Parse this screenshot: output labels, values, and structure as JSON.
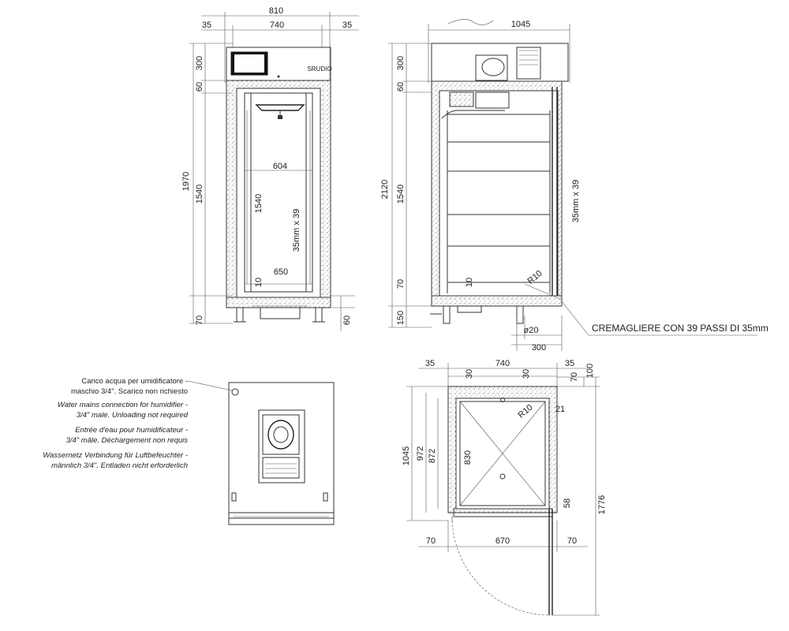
{
  "brand": "SRUDIO",
  "front_view": {
    "width_total": "810",
    "width_inner": "740",
    "side_left": "35",
    "side_right": "35",
    "height_total": "1970",
    "top_section": "300",
    "gap_top": "60",
    "height_inner": "1540",
    "bottom_feet": "70",
    "bottom_right": "60",
    "interior_width": "604",
    "interior_height": "1540",
    "rack": "35mm x 39",
    "interior_bottom": "650",
    "small_gap": "10"
  },
  "side_view": {
    "depth_total": "1045",
    "height_total": "2120",
    "top_section": "300",
    "gap_top": "60",
    "height_inner": "1540",
    "bottom_gap": "70",
    "bottom_feet": "150",
    "small_gap": "10",
    "rack": "35mm x 39",
    "radius": "R10",
    "drain_dia": "ø20",
    "drain_pos": "300",
    "callout": "CREMAGLIERE CON 39 PASSI DI 35mm"
  },
  "plan_view": {
    "side_left": "35",
    "width_inner": "740",
    "side_right": "35",
    "wall_left": "30",
    "wall_right": "30",
    "right_top": "100",
    "right_70": "70",
    "depth_total": "1045",
    "depth_972": "972",
    "depth_872": "872",
    "depth_830": "830",
    "radius": "R10",
    "r21": "21",
    "bottom_left": "70",
    "bottom_mid": "670",
    "bottom_right": "70",
    "door_gap": "58",
    "door_swing": "1776"
  },
  "notes": {
    "it_line1": "Carico acqua per umidificatore -",
    "it_line2": "maschio 3/4\". Scarico non richiesto",
    "en_line1": "Water mains connection for humidifier -",
    "en_line2": "3/4\" male. Unloading not required",
    "fr_line1": "Entrée d'eau pour humidificateur -",
    "fr_line2": "3/4\" mâle. Déchargement non requis",
    "de_line1": "Wassernetz Verbindung für Luftbefeuchter -",
    "de_line2": "männlich 3/4\". Entladen nicht erforderlich"
  }
}
